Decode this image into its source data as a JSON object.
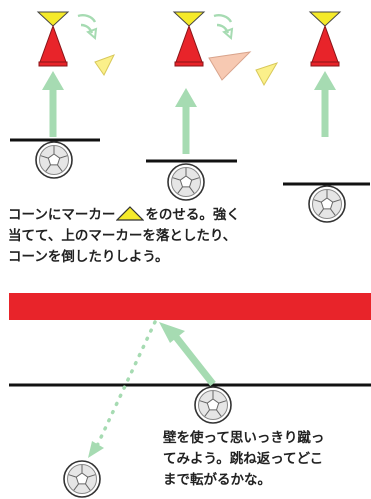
{
  "instructions": {
    "cone_caption": {
      "before_marker": "コーンにマーカー",
      "after_marker": "をのせる。強く",
      "line2": "当てて、上のマーカーを落としたり、",
      "line3": "コーンを倒したりしよう。"
    },
    "wall_caption": {
      "line1": "壁を使って思いっきり蹴っ",
      "line2": "てみよう。跳ね返ってどこ",
      "line3": "まで転がるかな。"
    }
  },
  "icons": {
    "cone": "traffic-cone-icon",
    "marker": "marker-icon",
    "ball": "soccer-ball-icon",
    "arrow": "kick-arrow-icon",
    "rebound": "rebound-arrow-icon"
  },
  "colors": {
    "cone_red": "#e8242a",
    "cone_top_yellow": "#f5ea2a",
    "marker_yellow": "#fbf08a",
    "marker_pink": "#f7c9b2",
    "arrow_green": "#a6dbb2",
    "wall_red": "#e8242a",
    "line_black": "#111111"
  }
}
